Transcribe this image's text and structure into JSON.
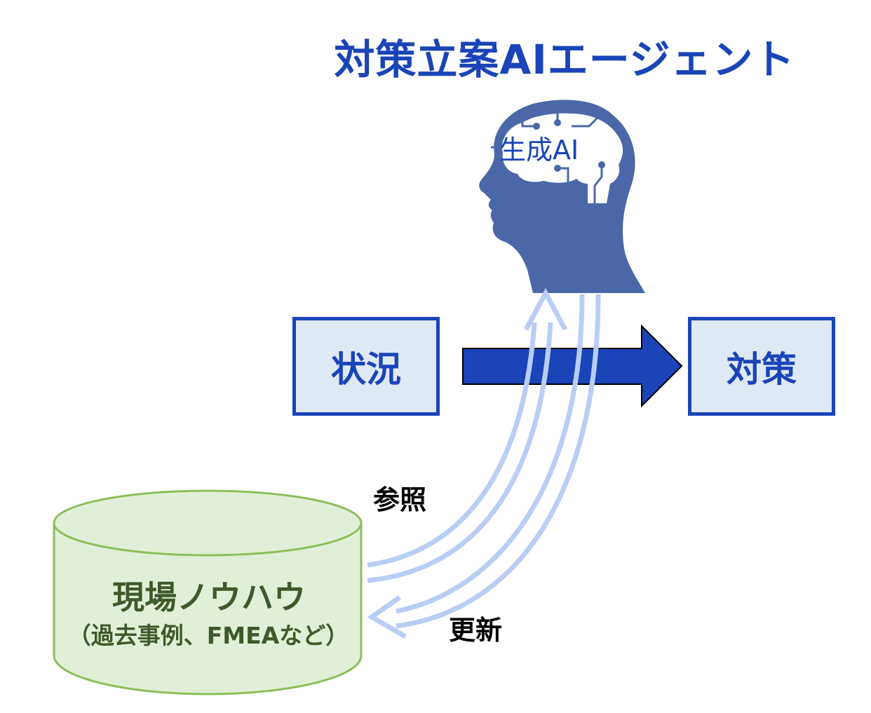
{
  "title": "対策立案AIエージェント",
  "agent": {
    "brain_label": "生成AI",
    "icon": "head-with-brain-circuit-icon",
    "color": "#4a67a8"
  },
  "flow": {
    "input_label": "状況",
    "output_label": "対策",
    "arrow_color": "#1a44b8"
  },
  "knowledge_base": {
    "title": "現場ノウハウ",
    "subtitle": "（過去事例、FMEAなど）",
    "fill_color": "#e2efd8",
    "stroke_color": "#8cbf5a"
  },
  "links": {
    "reference_label": "参照",
    "update_label": "更新",
    "color": "#b9cdf5"
  },
  "colors": {
    "accent": "#1a44b8",
    "box_fill": "#dfe9f6"
  }
}
